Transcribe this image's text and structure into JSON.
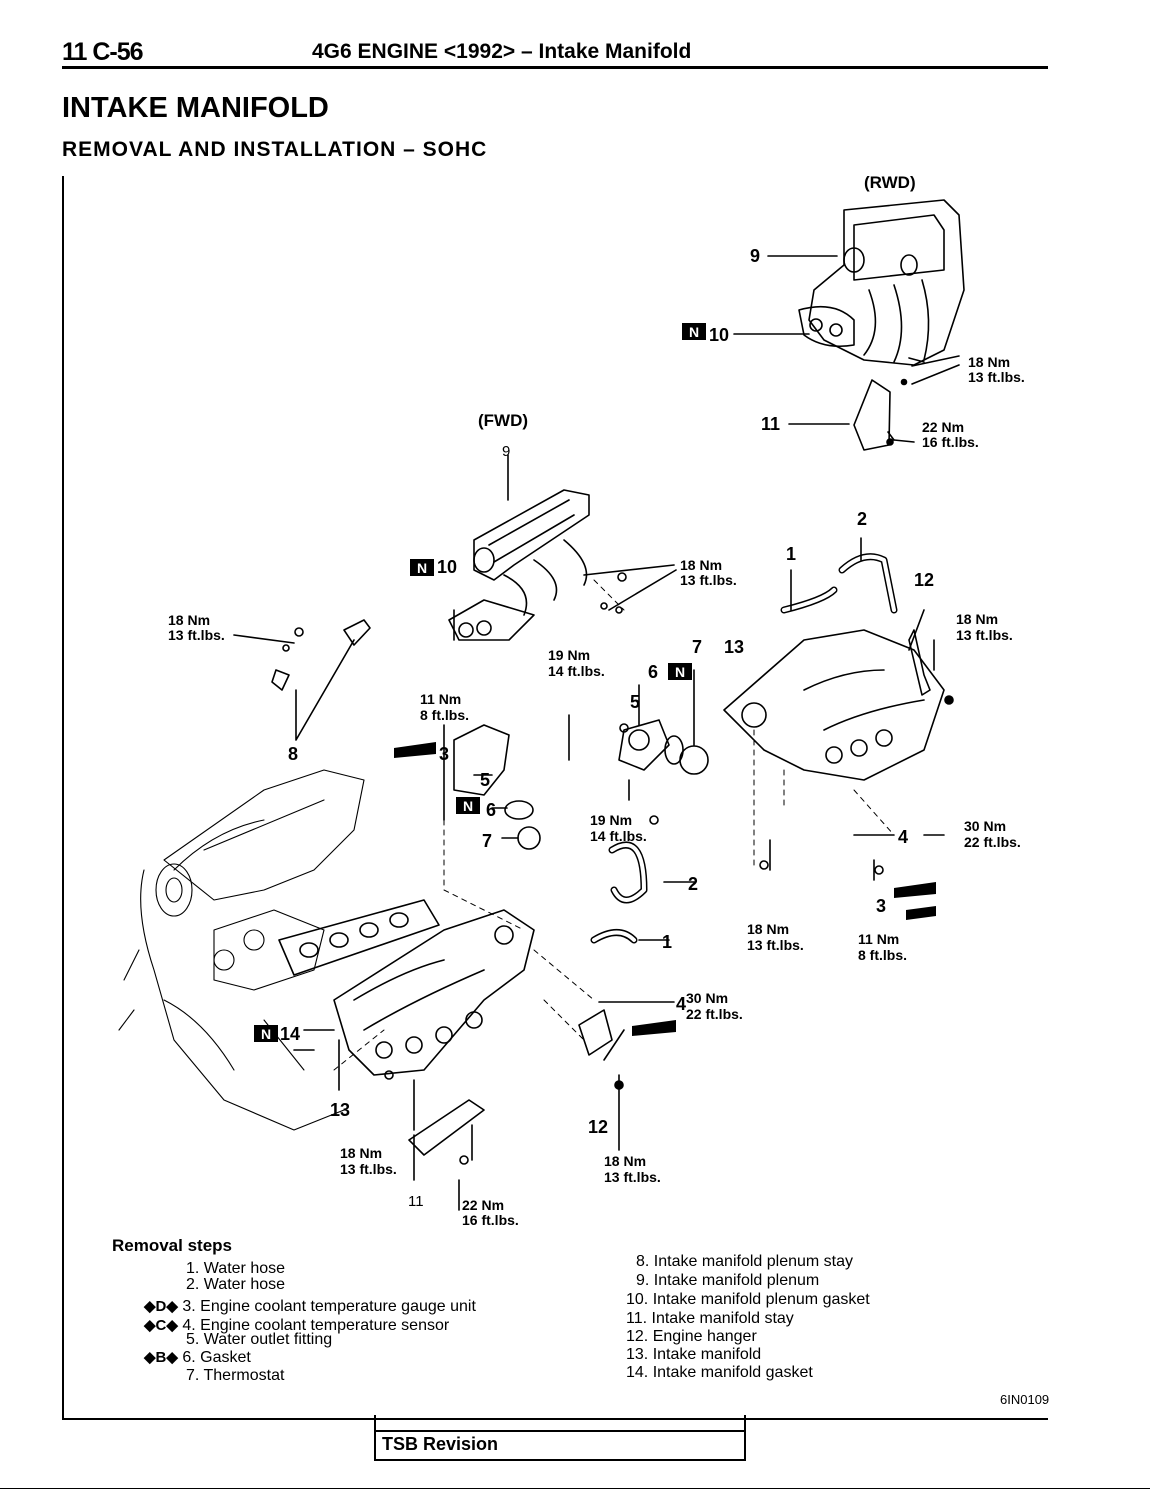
{
  "header": {
    "page_number": "11 C-56",
    "engine": "4G6",
    "title_rest": "ENGINE <1992> – Intake Manifold"
  },
  "section": {
    "title": "INTAKE MANIFOLD",
    "subtitle": "REMOVAL AND INSTALLATION – SOHC"
  },
  "diagram": {
    "rwd_label": "(RWD)",
    "fwd_label": "(FWD)",
    "n_mark": "N",
    "callouts": {
      "c1": "1",
      "c2": "2",
      "c3": "3",
      "c4": "4",
      "c5": "5",
      "c6": "6",
      "c7": "7",
      "c8": "8",
      "c9": "9",
      "c10": "10",
      "c11": "11",
      "c12": "12",
      "c13": "13",
      "c14": "14"
    },
    "torque": {
      "t18nm": "18 Nm",
      "t13ft": "13 ft.lbs.",
      "t22nm": "22 Nm",
      "t16ft": "16 ft.lbs.",
      "t19nm": "19 Nm",
      "t14ft": "14 ft.lbs.",
      "t11nm": "11 Nm",
      "t8ft": "8 ft.lbs.",
      "t30nm": "30 Nm",
      "t22ft": "22 ft.lbs."
    }
  },
  "removal_steps": {
    "title": "Removal steps",
    "left": [
      {
        "mark": "",
        "text": "1. Water hose"
      },
      {
        "mark": "",
        "text": "2. Water hose"
      },
      {
        "mark": "◆D◆",
        "text": "3. Engine coolant temperature gauge unit"
      },
      {
        "mark": "◆C◆",
        "text": "4. Engine coolant temperature sensor"
      },
      {
        "mark": "",
        "text": "5. Water outlet fitting"
      },
      {
        "mark": "◆B◆",
        "text": "6. Gasket"
      },
      {
        "mark": "",
        "text": "7. Thermostat"
      }
    ],
    "right": [
      "8. Intake manifold plenum stay",
      "9. Intake manifold plenum",
      "10. Intake manifold plenum gasket",
      "11. Intake manifold stay",
      "12. Engine hanger",
      "13. Intake manifold",
      "14. Intake manifold gasket"
    ]
  },
  "figure_id": "6IN0109",
  "footer": {
    "tsb": "TSB Revision"
  }
}
